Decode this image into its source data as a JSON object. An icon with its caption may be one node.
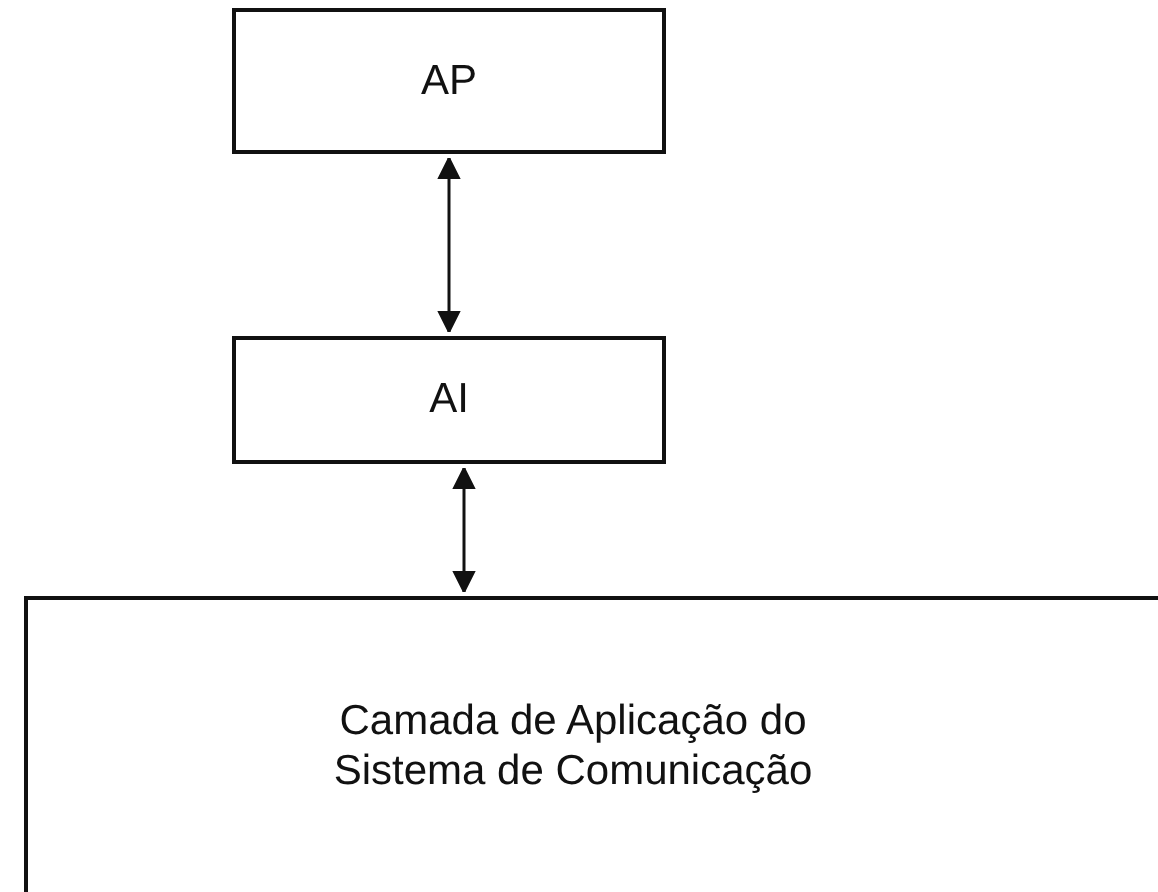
{
  "diagram": {
    "nodes": [
      {
        "text": [
          "AP"
        ]
      },
      {
        "text": [
          "AI"
        ]
      },
      {
        "text": [
          "Camada de Aplicação do Sistema de Comunicação"
        ]
      }
    ],
    "edges": [
      {
        "from": 0,
        "to": 1,
        "arrow": "both"
      },
      {
        "from": 1,
        "to": 2,
        "arrow": "both"
      }
    ]
  }
}
